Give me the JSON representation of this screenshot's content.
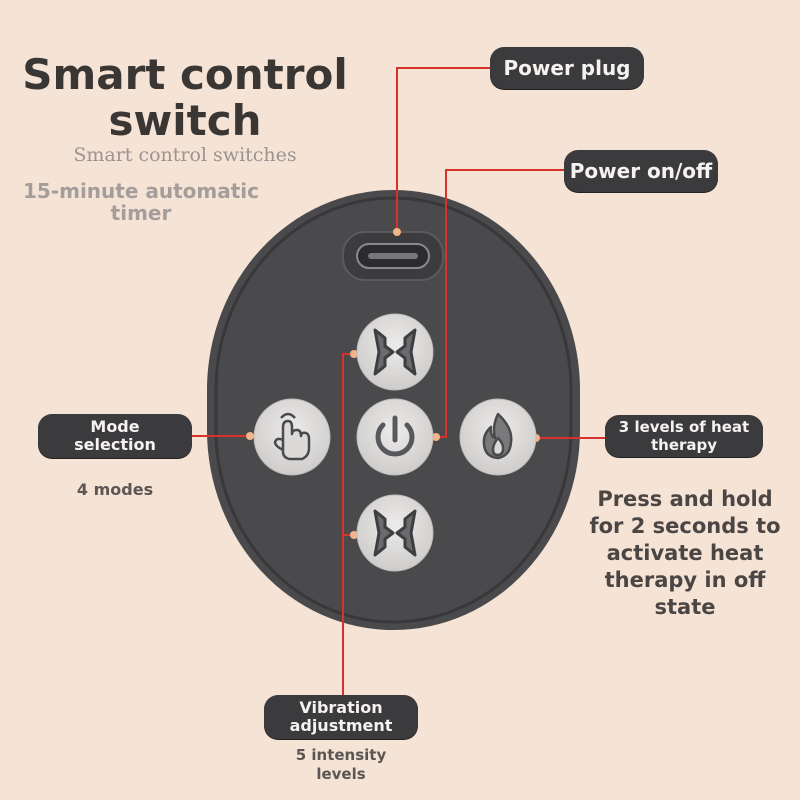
{
  "title_line1": "Smart control",
  "title_line2": "switch",
  "subtitle": "Smart control switches",
  "timer_line1": "15-minute automatic",
  "timer_line2": "timer",
  "labels": {
    "power_plug": "Power plug",
    "power_onoff": "Power on/off",
    "mode_line1": "Mode",
    "mode_line2": "selection",
    "heat_line1": "3 levels of heat",
    "heat_line2": "therapy",
    "vibration_line1": "Vibration",
    "vibration_line2": "adjustment"
  },
  "notes": {
    "modes": "4 modes",
    "intensity_line1": "5 intensity",
    "intensity_line2": "levels",
    "heat_line1": "Press and hold",
    "heat_line2": "for 2 seconds to",
    "heat_line3": "activate heat",
    "heat_line4": "therapy in off",
    "heat_line5": "state"
  },
  "colors": {
    "background": "#f5e3d6",
    "device_body": "#4a4a4c",
    "button": "#dcdad8",
    "leader_line": "#d8322e",
    "pill": "#3b3b3d"
  },
  "icons": {
    "top_button": "vibration-up-icon",
    "bottom_button": "vibration-down-icon",
    "left_button": "hand-mode-icon",
    "center_button": "power-icon",
    "right_button": "flame-icon",
    "port": "usb-c-port-icon"
  }
}
